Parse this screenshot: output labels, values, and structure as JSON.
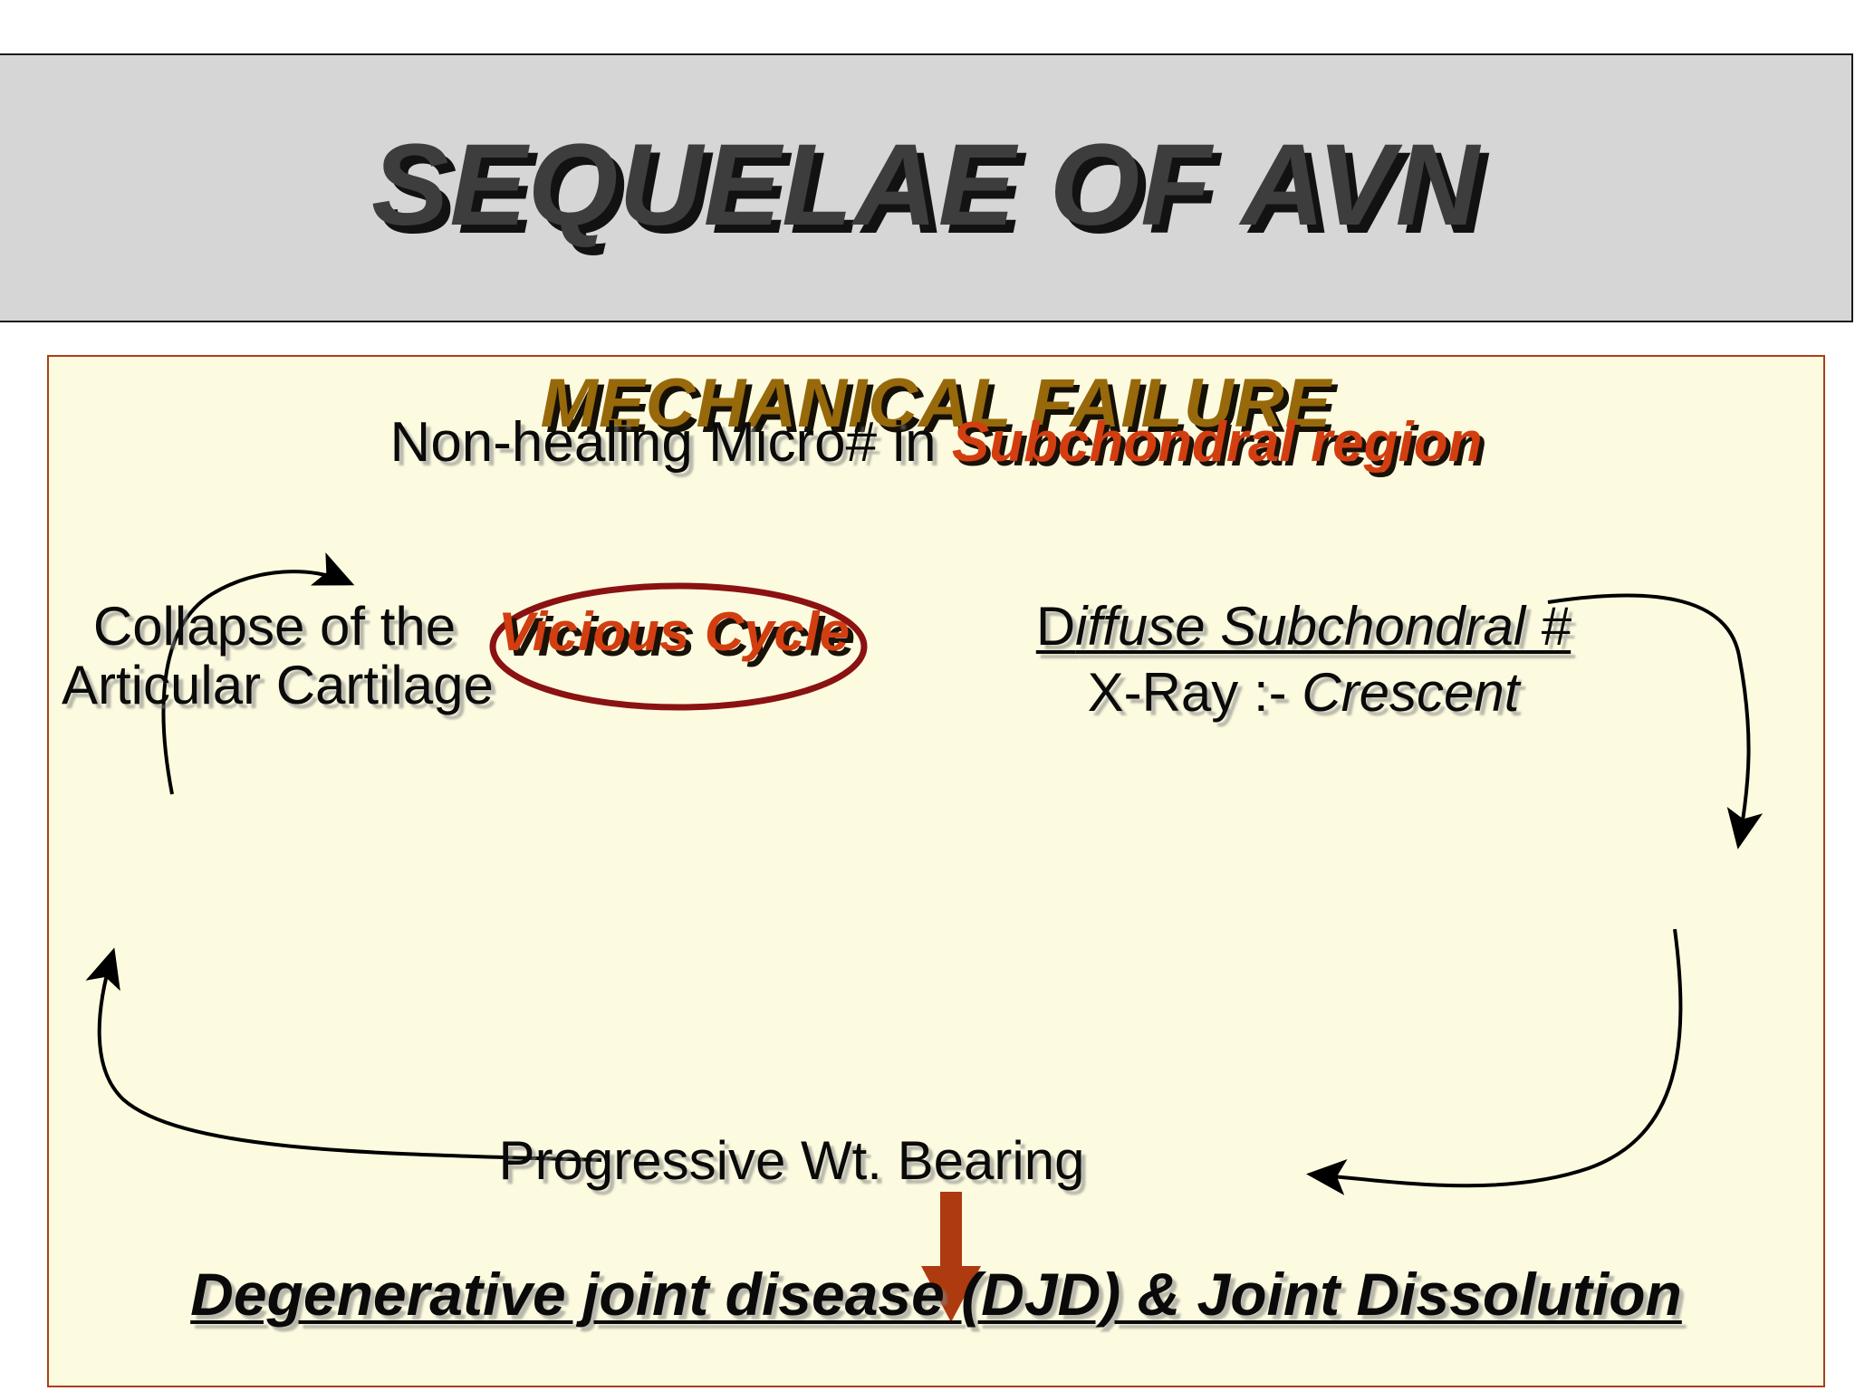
{
  "slide": {
    "title": "SEQUELAE OF AVN",
    "panel_heading": "MECHANICAL FAILURE"
  },
  "colors": {
    "banner_background": "#d6d6d6",
    "banner_border": "#1a1a1a",
    "title_text": "#3d3d3d",
    "title_shadow": "#121212",
    "panel_background": "#fdfbdf",
    "panel_border": "#a8401a",
    "heading_text": "#97690b",
    "accent_red": "#d33e10",
    "ellipse_stroke": "#8b1212",
    "arrow_black": "#000000",
    "arrow_red": "#ae3a10"
  },
  "diagram": {
    "type": "cycle-flowchart",
    "center_label": "Vicious Cycle",
    "nodes": [
      {
        "id": "micro-fracture",
        "text_plain": "Non-healing Micro# in ",
        "text_accent": "Subchondral region",
        "full_text": "Non-healing Micro# in Subchondral region"
      },
      {
        "id": "collapse",
        "line1": "Collapse of the",
        "line2": "Articular Cartilage",
        "full_text": "Collapse of the Articular Cartilage"
      },
      {
        "id": "diffuse-subchondral",
        "line1_upright": "D",
        "line1_italic": "iffuse Subchondral #",
        "line2_upright": "X-Ray :- ",
        "line2_italic": "Crescent",
        "full_text": "Diffuse Subchondral # / X-Ray :- Crescent"
      },
      {
        "id": "progressive-weight-bearing",
        "text": "Progressive Wt. Bearing"
      },
      {
        "id": "outcome",
        "text": "Degenerative joint disease (DJD) & Joint Dissolution"
      }
    ],
    "edges": [
      {
        "from": "collapse",
        "to": "micro-fracture",
        "style": "curved-black-arrow"
      },
      {
        "from": "micro-fracture",
        "to": "diffuse-subchondral",
        "style": "curved-black-arrow"
      },
      {
        "from": "diffuse-subchondral",
        "to": "progressive-weight-bearing",
        "style": "curved-black-arrow"
      },
      {
        "from": "progressive-weight-bearing",
        "to": "collapse",
        "style": "curved-black-arrow"
      },
      {
        "from": "progressive-weight-bearing",
        "to": "outcome",
        "style": "straight-red-arrow"
      }
    ]
  }
}
